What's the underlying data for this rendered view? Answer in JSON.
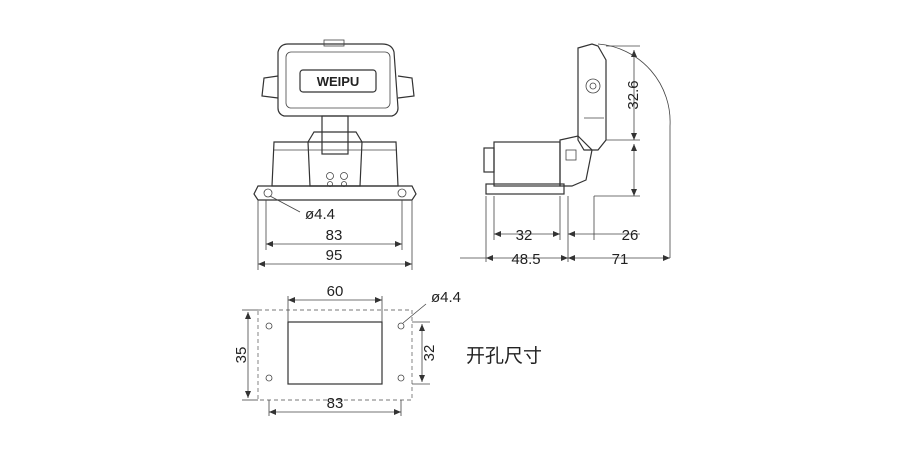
{
  "front_view": {
    "logo_text": "WEIPU",
    "hole_label": "ø4.4",
    "inner_width": "83",
    "outer_width": "95"
  },
  "side_view": {
    "height_upper": "32.6",
    "height_lower": "26",
    "width_base": "32",
    "width_total": "48.5",
    "depth": "71"
  },
  "cutout_view": {
    "width_cut": "60",
    "hole_label": "ø4.4",
    "height_outer": "35",
    "height_cut": "32",
    "width_holes": "83",
    "title": "开孔尺寸"
  }
}
